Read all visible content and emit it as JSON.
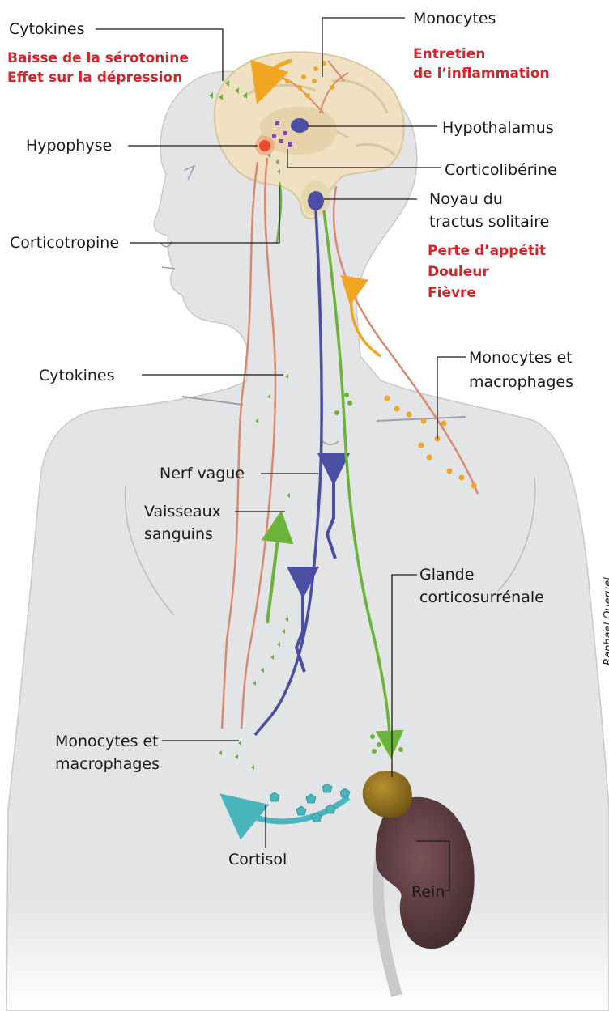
{
  "labels": {
    "cytokines_top": "Cytokines",
    "serotonin": "Baisse de la sérotonine",
    "depression": "Effet sur la dépression",
    "monocytes_top": "Monocytes",
    "entretien": "Entretien",
    "inflammation": "de l’inflammation",
    "hypophyse": "Hypophyse",
    "hypothalamus": "Hypothalamus",
    "corticoliberine": "Corticolibérine",
    "noyau_line1": "Noyau du",
    "noyau_line2": "tractus solitaire",
    "corticotropine": "Corticotropine",
    "appetit": "Perte d’appétit",
    "douleur": "Douleur",
    "fievre": "Fièvre",
    "cytokines_mid": "Cytokines",
    "mono_macro_right_1": "Monocytes et",
    "mono_macro_right_2": "macrophages",
    "nerf_vague": "Nerf vague",
    "vaisseaux_1": "Vaisseaux",
    "vaisseaux_2": "sanguins",
    "glande_1": "Glande",
    "glande_2": "corticosurrénale",
    "mono_macro_left_1": "Monocytes et",
    "mono_macro_left_2": "macrophages",
    "cortisol": "Cortisol",
    "rein": "Rein",
    "credit": "Raphael Queruel"
  },
  "colors": {
    "body": "#e3e4e6",
    "brain": "#efe1c2",
    "vessel": "#d98a6e",
    "nerve": "#4a4fa3",
    "hormone_green": "#6bb33b",
    "monocyte": "#f0a623",
    "cortisol": "#49b6be",
    "kidney": "#5a3a3f",
    "adrenal": "#8a6a1e",
    "red_text": "#d6242b"
  }
}
